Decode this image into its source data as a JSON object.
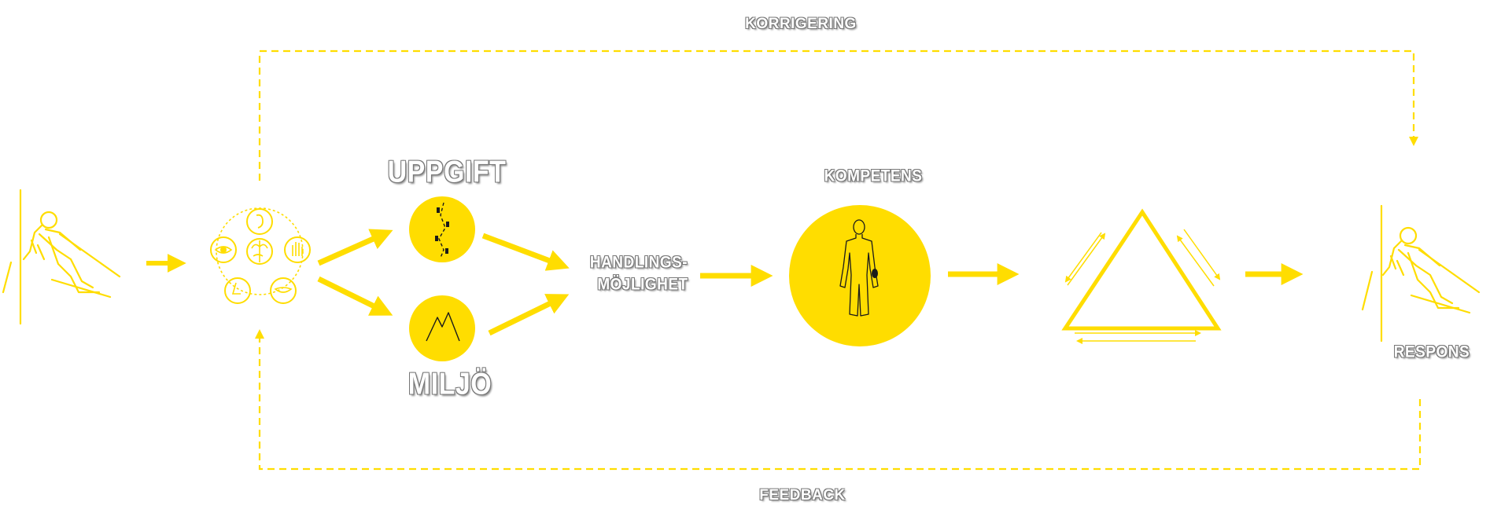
{
  "labels": {
    "korrigering": "KORRIGERING",
    "feedback": "FEEDBACK",
    "uppgift": "UPPGIFT",
    "miljo": "MILJÖ",
    "handlings_line1": "HANDLINGS-",
    "handlings_line2": "MÖJLIGHET",
    "kompetens": "KOMPETENS",
    "respons": "RESPONS"
  },
  "colors": {
    "accent": "#FFDD00",
    "label_text": "#FFFFFF"
  },
  "icons": {
    "left_skier": "skier-icon",
    "senses": "senses-brain-icon",
    "uppgift_circle": "slalom-course-icon",
    "miljo_circle": "mountain-icon",
    "kompetens_circle": "human-body-icon",
    "triangle": "triangle-icon",
    "right_skier": "skier-icon"
  }
}
